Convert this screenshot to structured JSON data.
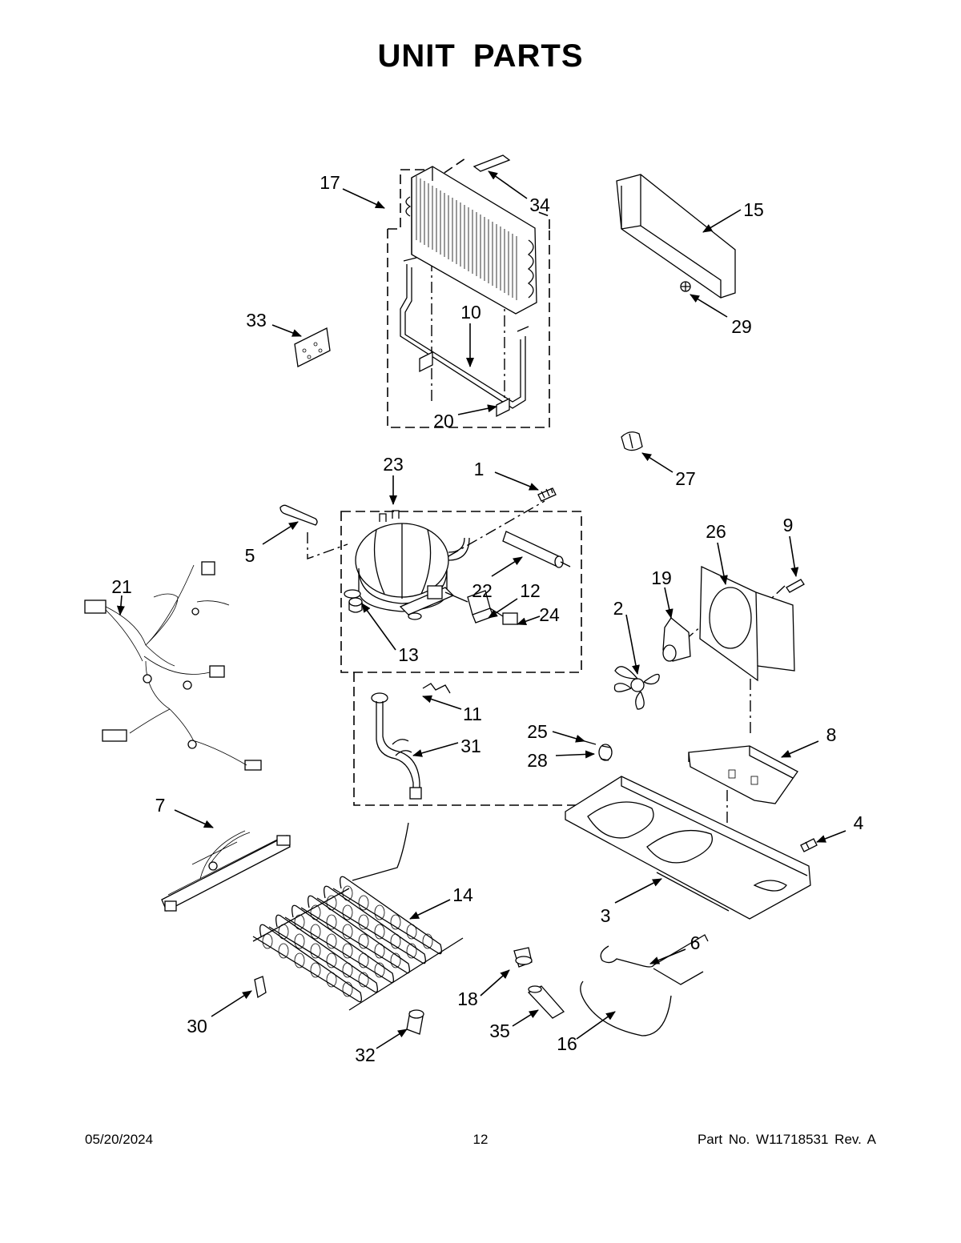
{
  "page": {
    "title": "UNIT  PARTS",
    "footer_date": "05/20/2024",
    "footer_page": "12",
    "footer_part": "Part No.  W11718531  Rev.  A"
  },
  "callouts": [
    "1",
    "2",
    "3",
    "4",
    "5",
    "6",
    "7",
    "8",
    "9",
    "10",
    "11",
    "12",
    "13",
    "14",
    "15",
    "16",
    "17",
    "18",
    "19",
    "20",
    "21",
    "22",
    "23",
    "24",
    "25",
    "26",
    "27",
    "28",
    "29",
    "30",
    "31",
    "32",
    "33",
    "34",
    "35"
  ]
}
